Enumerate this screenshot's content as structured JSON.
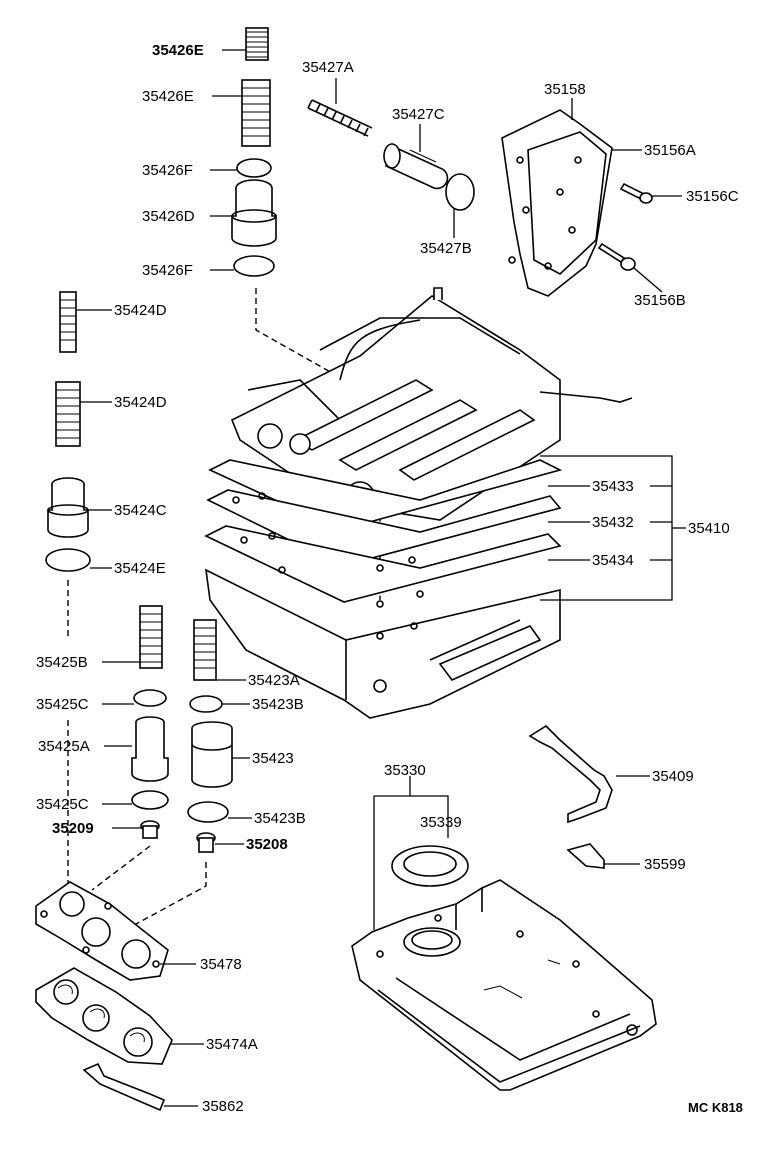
{
  "diagram": {
    "code": "MC K818",
    "labels": {
      "p35426E_top": "35426E",
      "p35426E": "35426E",
      "p35426F_top": "35426F",
      "p35426D": "35426D",
      "p35426F": "35426F",
      "p35427A": "35427A",
      "p35427C": "35427C",
      "p35427B": "35427B",
      "p35158": "35158",
      "p35156A": "35156A",
      "p35156C": "35156C",
      "p35156B": "35156B",
      "p35424D_top": "35424D",
      "p35424D": "35424D",
      "p35424C": "35424C",
      "p35424E": "35424E",
      "p35433": "35433",
      "p35432": "35432",
      "p35434": "35434",
      "p35410": "35410",
      "p35425B": "35425B",
      "p35423A": "35423A",
      "p35425C_top": "35425C",
      "p35423B_top": "35423B",
      "p35425A": "35425A",
      "p35423": "35423",
      "p35425C": "35425C",
      "p35423B": "35423B",
      "p35209": "35209",
      "p35208": "35208",
      "p35478": "35478",
      "p35474A": "35474A",
      "p35862": "35862",
      "p35330": "35330",
      "p35339": "35339",
      "p35409": "35409",
      "p35599": "35599"
    }
  }
}
